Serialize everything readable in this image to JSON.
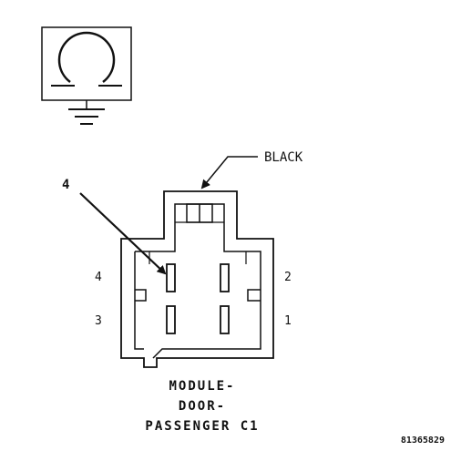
{
  "symbol": {
    "icon": "ohm-ground-symbol-icon"
  },
  "connector": {
    "wire_color_label": "BLACK",
    "callout_pin": "4",
    "pin_labels": {
      "top_left": "4",
      "top_right": "2",
      "bottom_left": "3",
      "bottom_right": "1"
    },
    "title_lines": [
      "MODULE-",
      "DOOR-",
      "PASSENGER C1"
    ]
  },
  "reference_number": "81365829",
  "colors": {
    "line": "#111111",
    "background": "#ffffff"
  }
}
